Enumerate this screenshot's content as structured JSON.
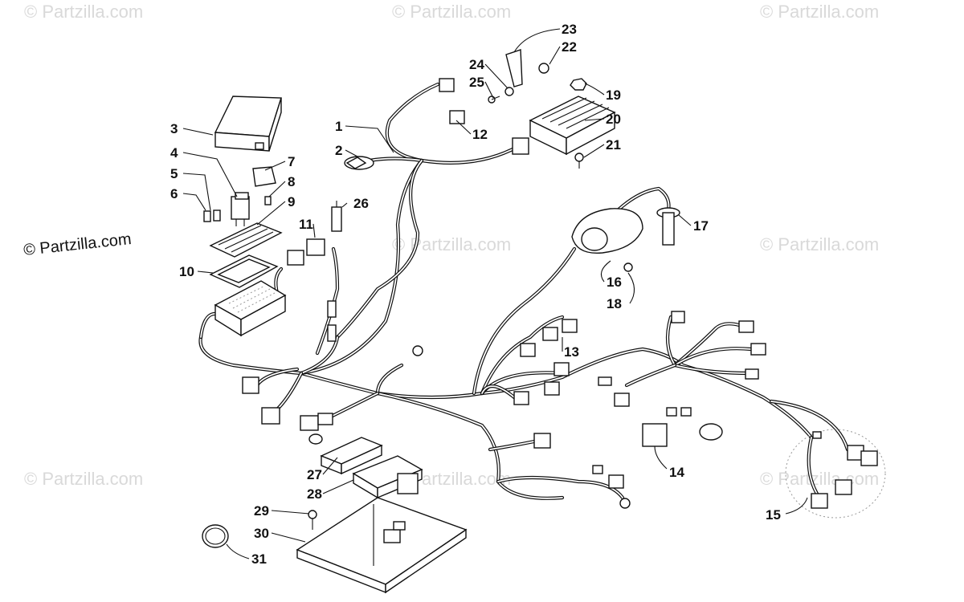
{
  "watermark": "© Partzilla.com",
  "copyright": "© Partzilla.com",
  "callouts": [
    "1",
    "2",
    "3",
    "4",
    "5",
    "6",
    "7",
    "8",
    "9",
    "10",
    "11",
    "12",
    "13",
    "14",
    "15",
    "16",
    "17",
    "18",
    "19",
    "20",
    "21",
    "22",
    "23",
    "24",
    "25",
    "26",
    "27",
    "28",
    "29",
    "30",
    "31"
  ]
}
